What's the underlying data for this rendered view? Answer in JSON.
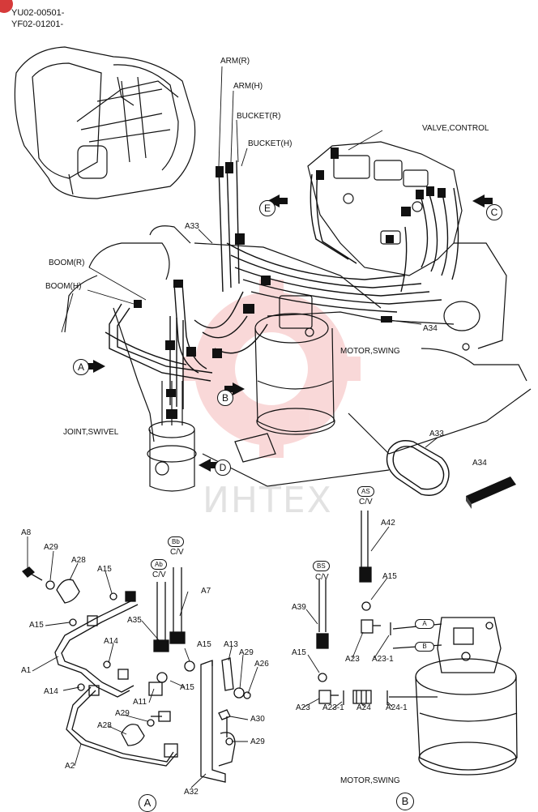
{
  "serials": [
    "YU02-00501-",
    "YF02-01201-"
  ],
  "watermark": "ИНТЕХ",
  "top_labels": {
    "arm_r": "ARM(R)",
    "arm_h": "ARM(H)",
    "bucket_r": "BUCKET(R)",
    "bucket_h": "BUCKET(H)",
    "valve_control": "VALVE,CONTROL",
    "boom_r": "BOOM(R)",
    "boom_h": "BOOM(H)",
    "a33_main": "A33",
    "a34_main": "A34",
    "motor_swing_main": "MOTOR,SWING",
    "joint_swivel": "JOINT,SWIVEL",
    "a33_loose": "A33",
    "a34_loose": "A34"
  },
  "view_markers": {
    "A": "A",
    "B": "B",
    "C": "C",
    "D": "D",
    "E": "E"
  },
  "detail_a": {
    "caption": "A",
    "labels": {
      "a8": "A8",
      "a29_top": "A29",
      "a28_top": "A28",
      "a15_top": "A15",
      "bb": "Bb",
      "ab": "Ab",
      "cv_left": "C/V",
      "cv_right": "C/V",
      "a7": "A7",
      "a15_left": "A15",
      "a35": "A35",
      "a14_top": "A14",
      "a1": "A1",
      "a15_mid": "A15",
      "a13": "A13",
      "a29_right": "A29",
      "a26": "A26",
      "a15_low": "A15",
      "a14_low": "A14",
      "a11": "A11",
      "a29_low": "A29",
      "a28_low": "A28",
      "a30": "A30",
      "a29_bottom": "A29",
      "a2": "A2",
      "a32": "A32"
    }
  },
  "detail_b": {
    "caption": "B",
    "labels": {
      "as": "AS",
      "cv_top": "C/V",
      "a42": "A42",
      "a15_top": "A15",
      "bs": "BS",
      "cv_left": "C/V",
      "a39": "A39",
      "a15_left": "A15",
      "a23_top": "A23",
      "a23_1_top": "A23-1",
      "tag_a": "A",
      "tag_b": "B",
      "a23_low": "A23",
      "a23_1_low": "A23-1",
      "a24": "A24",
      "a24_1": "A24-1",
      "motor_swing": "MOTOR,SWING"
    }
  }
}
